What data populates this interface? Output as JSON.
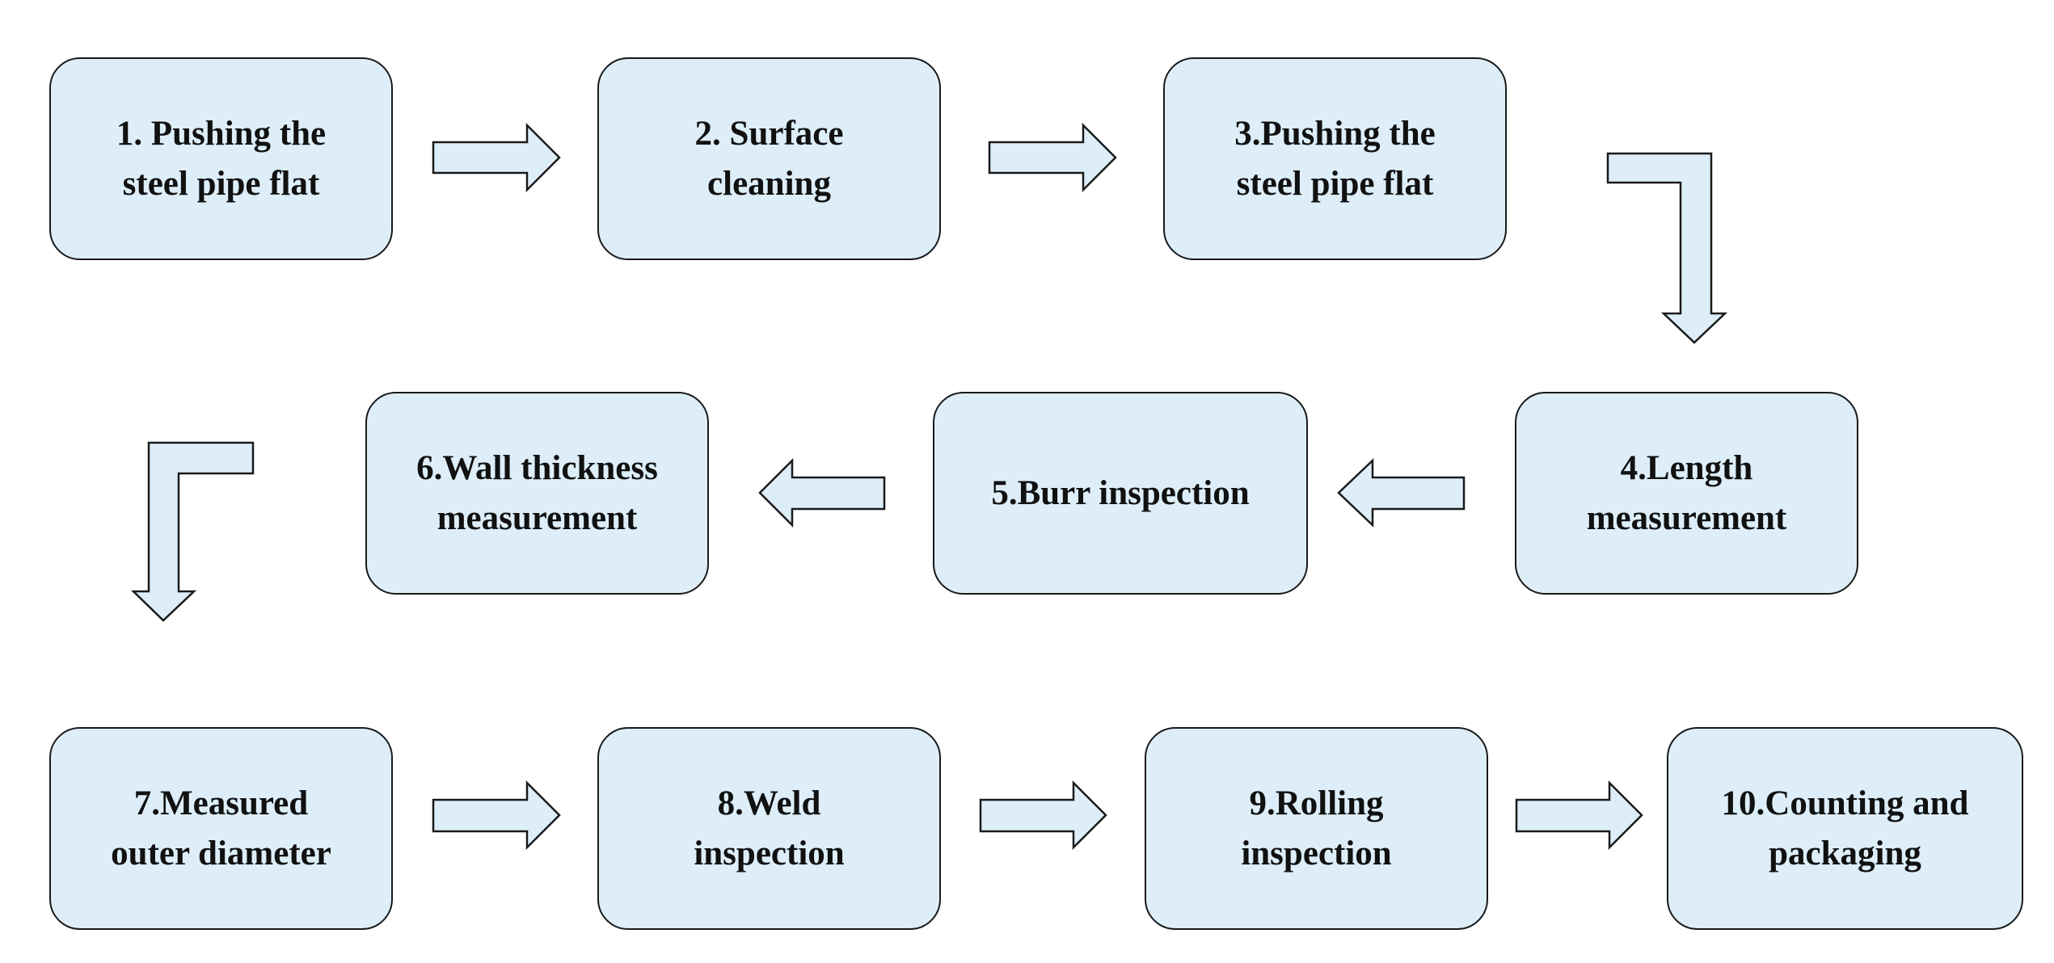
{
  "steps": [
    {
      "id": 1,
      "label": "1. Pushing the\nsteel pipe flat"
    },
    {
      "id": 2,
      "label": "2. Surface\ncleaning"
    },
    {
      "id": 3,
      "label": "3.Pushing the\nsteel pipe flat"
    },
    {
      "id": 4,
      "label": "4.Length\nmeasurement"
    },
    {
      "id": 5,
      "label": "5.Burr inspection"
    },
    {
      "id": 6,
      "label": "6.Wall thickness\nmeasurement"
    },
    {
      "id": 7,
      "label": "7.Measured\nouter diameter"
    },
    {
      "id": 8,
      "label": "8.Weld\ninspection"
    },
    {
      "id": 9,
      "label": "9.Rolling\ninspection"
    },
    {
      "id": 10,
      "label": "10.Counting and\npackaging"
    }
  ],
  "colors": {
    "box_fill": "#ddeef9",
    "outline": "#1a1a1a",
    "text": "#111111"
  },
  "connectors": [
    {
      "from": 1,
      "to": 2,
      "direction": "right"
    },
    {
      "from": 2,
      "to": 3,
      "direction": "right"
    },
    {
      "from": 3,
      "to": 4,
      "direction": "right-then-down"
    },
    {
      "from": 4,
      "to": 5,
      "direction": "left"
    },
    {
      "from": 5,
      "to": 6,
      "direction": "left"
    },
    {
      "from": 6,
      "to": 7,
      "direction": "left-then-down"
    },
    {
      "from": 7,
      "to": 8,
      "direction": "right"
    },
    {
      "from": 8,
      "to": 9,
      "direction": "right"
    },
    {
      "from": 9,
      "to": 10,
      "direction": "right"
    }
  ]
}
